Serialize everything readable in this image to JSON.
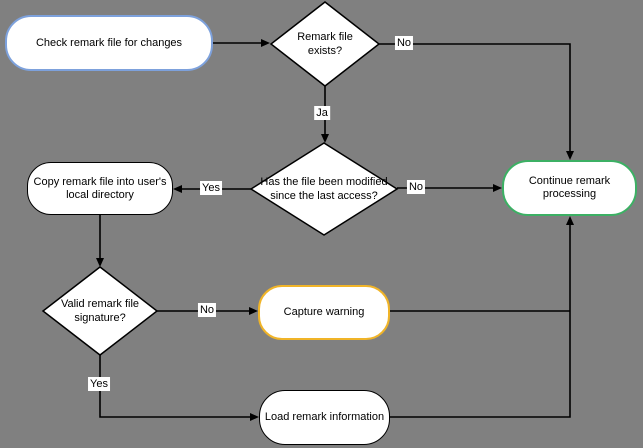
{
  "diagram": {
    "type": "flowchart",
    "background_color": "#808080",
    "line_color": "#000000",
    "nodes": {
      "check_remark_file": {
        "label": "Check remark file for changes",
        "shape": "rounded-rect",
        "border_color": "#7da1dc",
        "fill": "#ffffff"
      },
      "remark_file_exists": {
        "label": "Remark file exists?",
        "shape": "diamond",
        "border_color": "#000000",
        "fill": "#ffffff"
      },
      "file_modified": {
        "label": "Has the file been modified since the last access?",
        "shape": "diamond",
        "border_color": "#000000",
        "fill": "#ffffff"
      },
      "copy_remark_file": {
        "label": "Copy remark file into user's local directory",
        "shape": "rounded-rect",
        "border_color": "#000000",
        "fill": "#ffffff"
      },
      "continue_processing": {
        "label": "Continue remark processing",
        "shape": "rounded-rect",
        "border_color": "#3cb064",
        "fill": "#ffffff"
      },
      "valid_signature": {
        "label": "Valid remark file signature?",
        "shape": "diamond",
        "border_color": "#000000",
        "fill": "#ffffff"
      },
      "capture_warning": {
        "label": "Capture warning",
        "shape": "rounded-rect",
        "border_color": "#f0b428",
        "fill": "#ffffff"
      },
      "load_remark_info": {
        "label": "Load remark information",
        "shape": "rounded-rect",
        "border_color": "#000000",
        "fill": "#ffffff"
      }
    },
    "edges": [
      {
        "from": "check_remark_file",
        "to": "remark_file_exists",
        "label": ""
      },
      {
        "from": "remark_file_exists",
        "to": "continue_processing",
        "label": "No"
      },
      {
        "from": "remark_file_exists",
        "to": "file_modified",
        "label": "Ja"
      },
      {
        "from": "file_modified",
        "to": "copy_remark_file",
        "label": "Yes"
      },
      {
        "from": "file_modified",
        "to": "continue_processing",
        "label": "No"
      },
      {
        "from": "copy_remark_file",
        "to": "valid_signature",
        "label": ""
      },
      {
        "from": "valid_signature",
        "to": "capture_warning",
        "label": "No"
      },
      {
        "from": "capture_warning",
        "to": "continue_processing",
        "label": ""
      },
      {
        "from": "valid_signature",
        "to": "load_remark_info",
        "label": "Yes"
      },
      {
        "from": "load_remark_info",
        "to": "continue_processing",
        "label": ""
      }
    ]
  }
}
